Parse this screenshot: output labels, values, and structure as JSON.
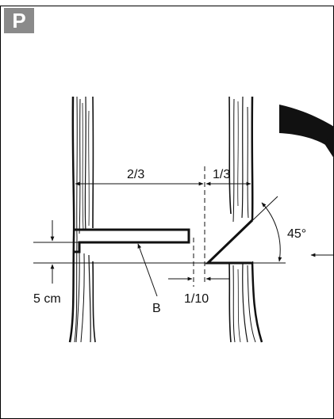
{
  "panel": {
    "badge": "P"
  },
  "diagram": {
    "labels": {
      "two_thirds": "2/3",
      "one_third": "1/3",
      "angle": "45°",
      "five_cm": "5 cm",
      "b": "B",
      "one_tenth": "1/10"
    }
  }
}
